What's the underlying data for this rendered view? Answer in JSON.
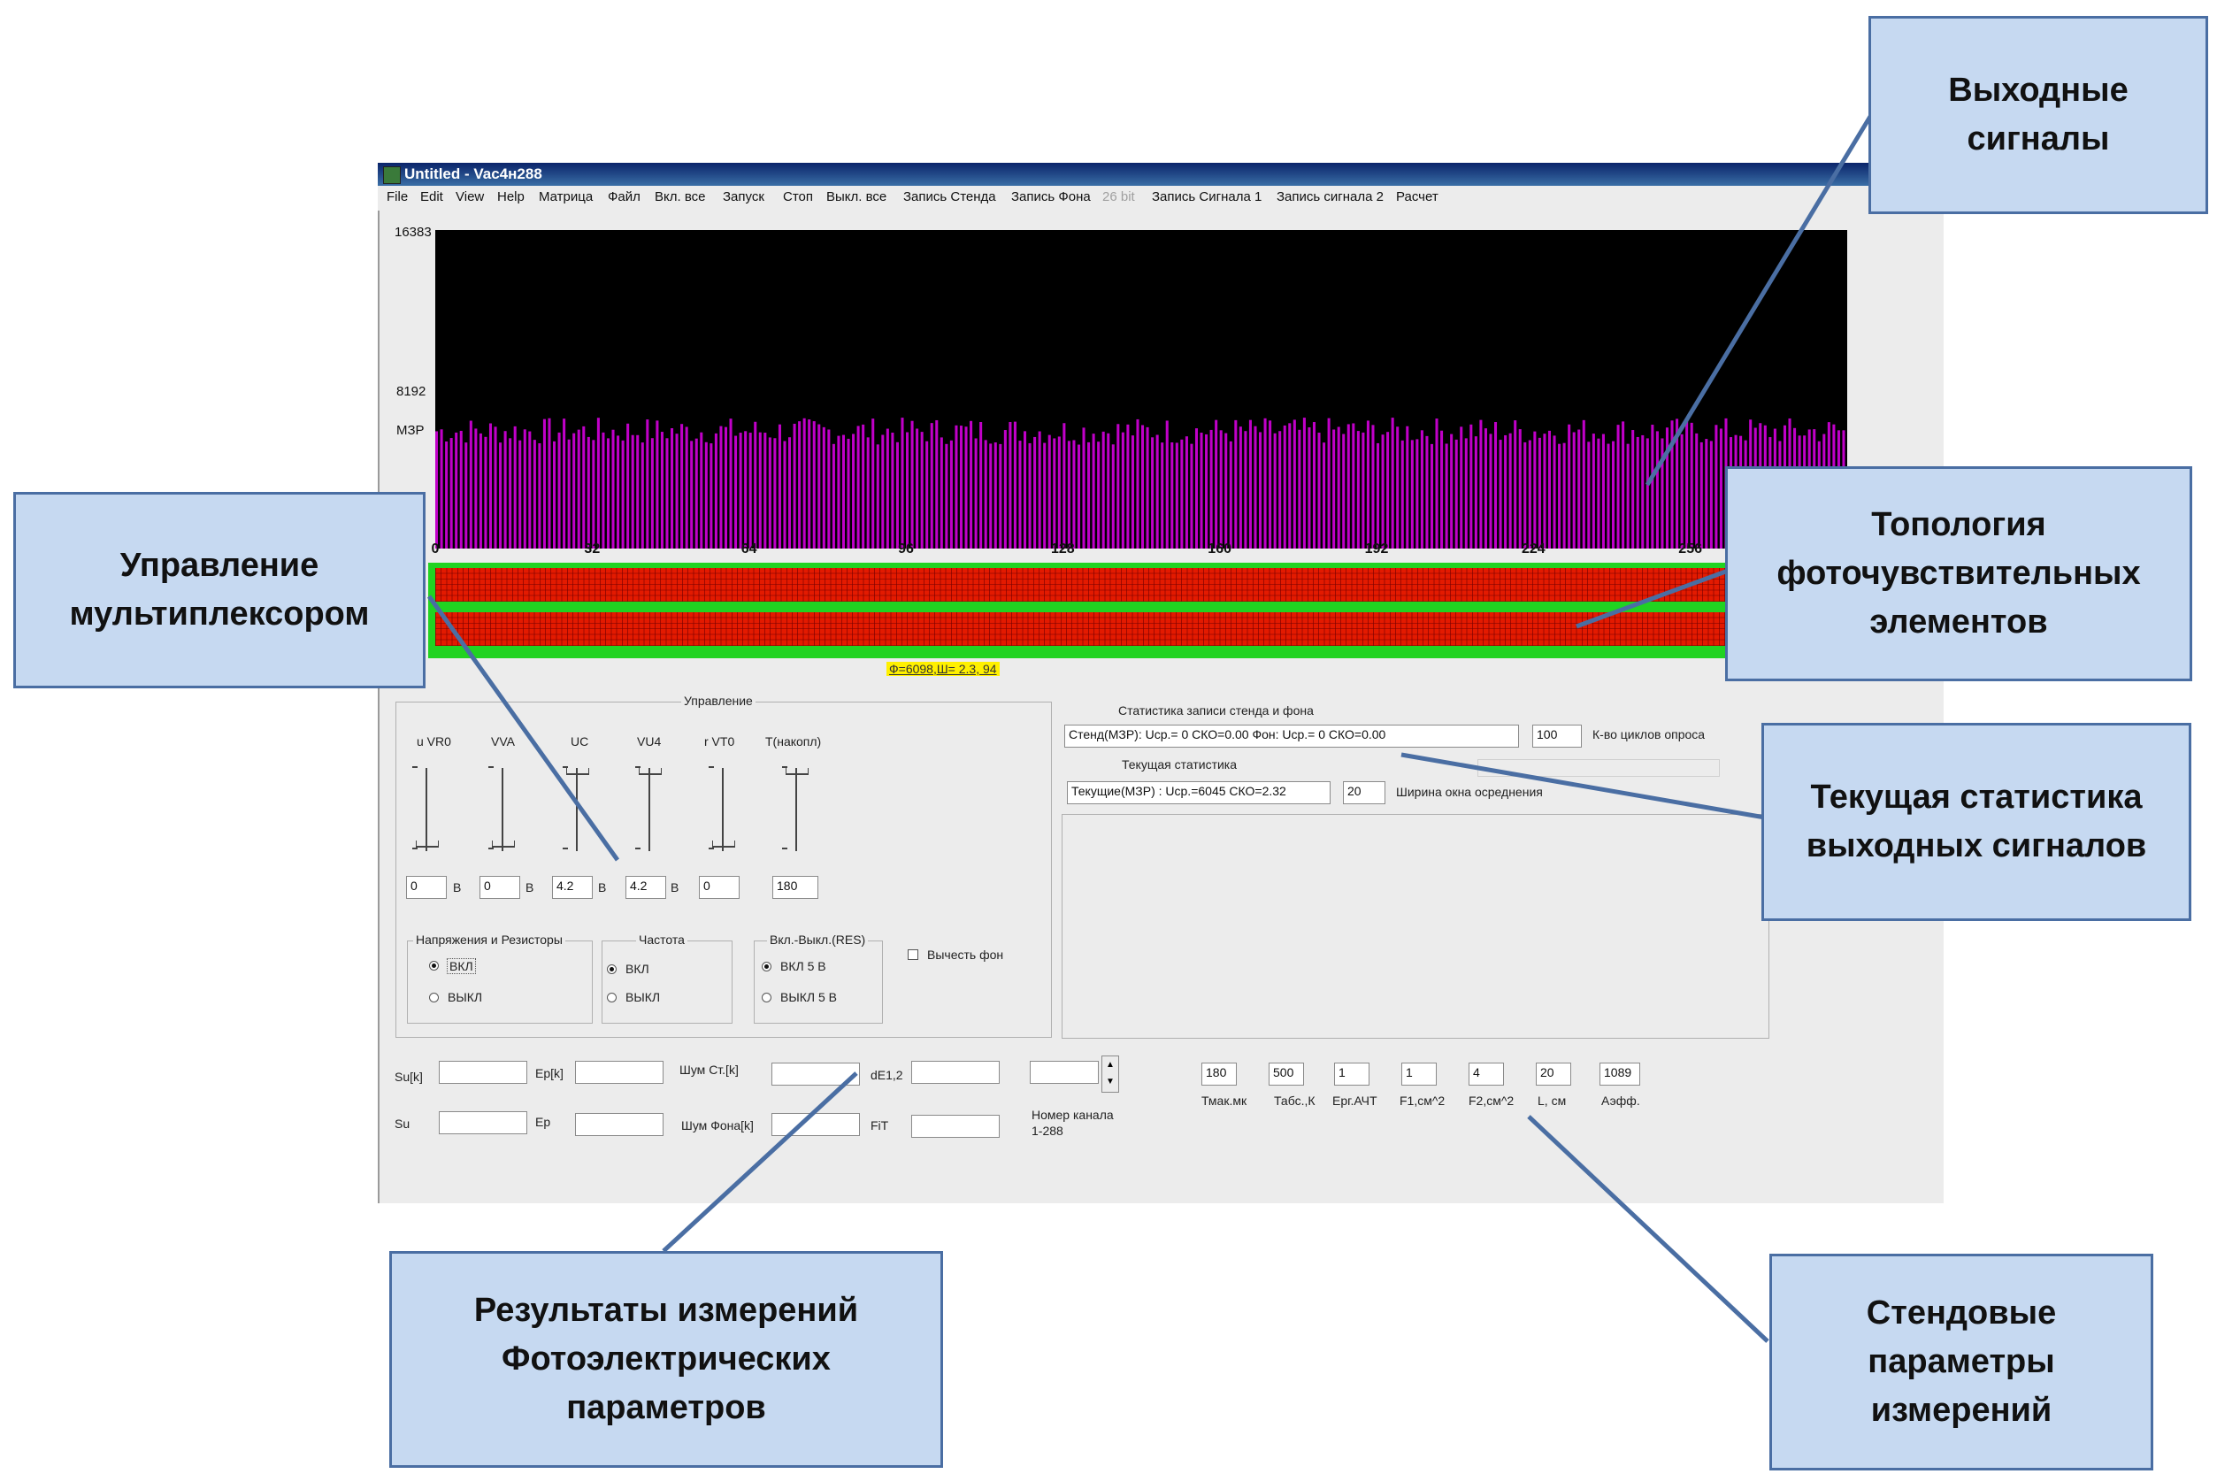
{
  "window": {
    "title": "Untitled - Vac4н288",
    "menu": [
      "File",
      "Edit",
      "View",
      "Help",
      "Матрица",
      "Файл",
      "Вкл. все",
      "Запуск",
      "Стоп",
      "Выкл. все",
      "Запись Стенда",
      "Запись Фона",
      "26 bit",
      "Запись Сигнала 1",
      "Запись сигнала 2",
      "Расчет"
    ],
    "menu_disabled": [
      "26 bit"
    ]
  },
  "plot": {
    "y_max_label": "16383",
    "y_mid_label": "8192",
    "series_label": "МЗР",
    "colors": {
      "background": "#000000",
      "bars": "#c000c8",
      "topology_cells": "#e31a00",
      "topology_frame": "#21d321"
    }
  },
  "chart_data": {
    "type": "bar",
    "x_ticks": [
      0,
      32,
      64,
      96,
      128,
      160,
      192,
      224,
      256
    ],
    "xlim": [
      0,
      288
    ],
    "ylim": [
      0,
      16383
    ],
    "y_ticks": [
      8192,
      16383
    ],
    "series_label": "МЗР",
    "n_channels": 288,
    "approx_mean": 6045,
    "approx_spread": 700
  },
  "topology": {
    "caption": "Ф=6098,Ш= 2.3, 94"
  },
  "control": {
    "title": "Управление",
    "slider_labels": [
      "u VR0",
      "VVA",
      "UC",
      "VU4",
      "r VT0",
      "T(накопл)"
    ],
    "slider_values": [
      "0",
      "0",
      "4.2",
      "4.2",
      "0",
      "180"
    ],
    "unit": "В",
    "groups": {
      "voltages": {
        "title": "Напряжения и Резисторы",
        "on": "ВКЛ",
        "off": "ВЫКЛ"
      },
      "frequency": {
        "title": "Частота",
        "on": "ВКЛ",
        "off": "ВЫКЛ"
      },
      "res": {
        "title": "Вкл.-Выкл.(RES)",
        "on": "ВКЛ 5 В",
        "off": "ВЫКЛ 5 В"
      }
    },
    "subtract_bg": "Вычесть фон"
  },
  "stats": {
    "record_title": "Статистика записи стенда и фона",
    "record_value": "Стенд(МЗР): Uср.=  0  СКО=0.00   Фон: Uср.=  0  СКО=0.00",
    "cycles_value": "100",
    "cycles_label": "К-во циклов опроса",
    "current_title": "Текущая статистика",
    "current_value": "Текущие(МЗР) : Uср.=6045  СКО=2.32",
    "window_value": "20",
    "window_label": "Ширина окна осреднения"
  },
  "results": {
    "su_k": "Su[k]",
    "ep_k": "Ep[k]",
    "noise_st_k": "Шум Ст.[k]",
    "de12": "dE1,2",
    "su": "Su",
    "ep": "Ep",
    "noise_bg_k": "Шум Фона[k]",
    "fit": "FiT",
    "channel_label_1": "Номер канала",
    "channel_label_2": "1-288"
  },
  "bench": {
    "values": [
      "180",
      "500",
      "1",
      "1",
      "4",
      "20",
      "1089"
    ],
    "labels": [
      "Тмак.мк",
      "Табс.,К",
      "Ерг.АЧТ",
      "F1,см^2",
      "F2,см^2",
      "L, см",
      "Аэфф."
    ]
  },
  "callouts": {
    "output_signals": [
      "Выходные",
      "сигналы"
    ],
    "topology": [
      "Топология",
      "фоточувствительных",
      "элементов"
    ],
    "mux": [
      "Управление",
      "мультиплексором"
    ],
    "current_stats": [
      "Текущая статистика",
      "выходных сигналов"
    ],
    "results": [
      "Результаты измерений",
      "Фотоэлектрических",
      "параметров"
    ],
    "bench": [
      "Стендовые",
      "параметры",
      "измерений"
    ]
  }
}
